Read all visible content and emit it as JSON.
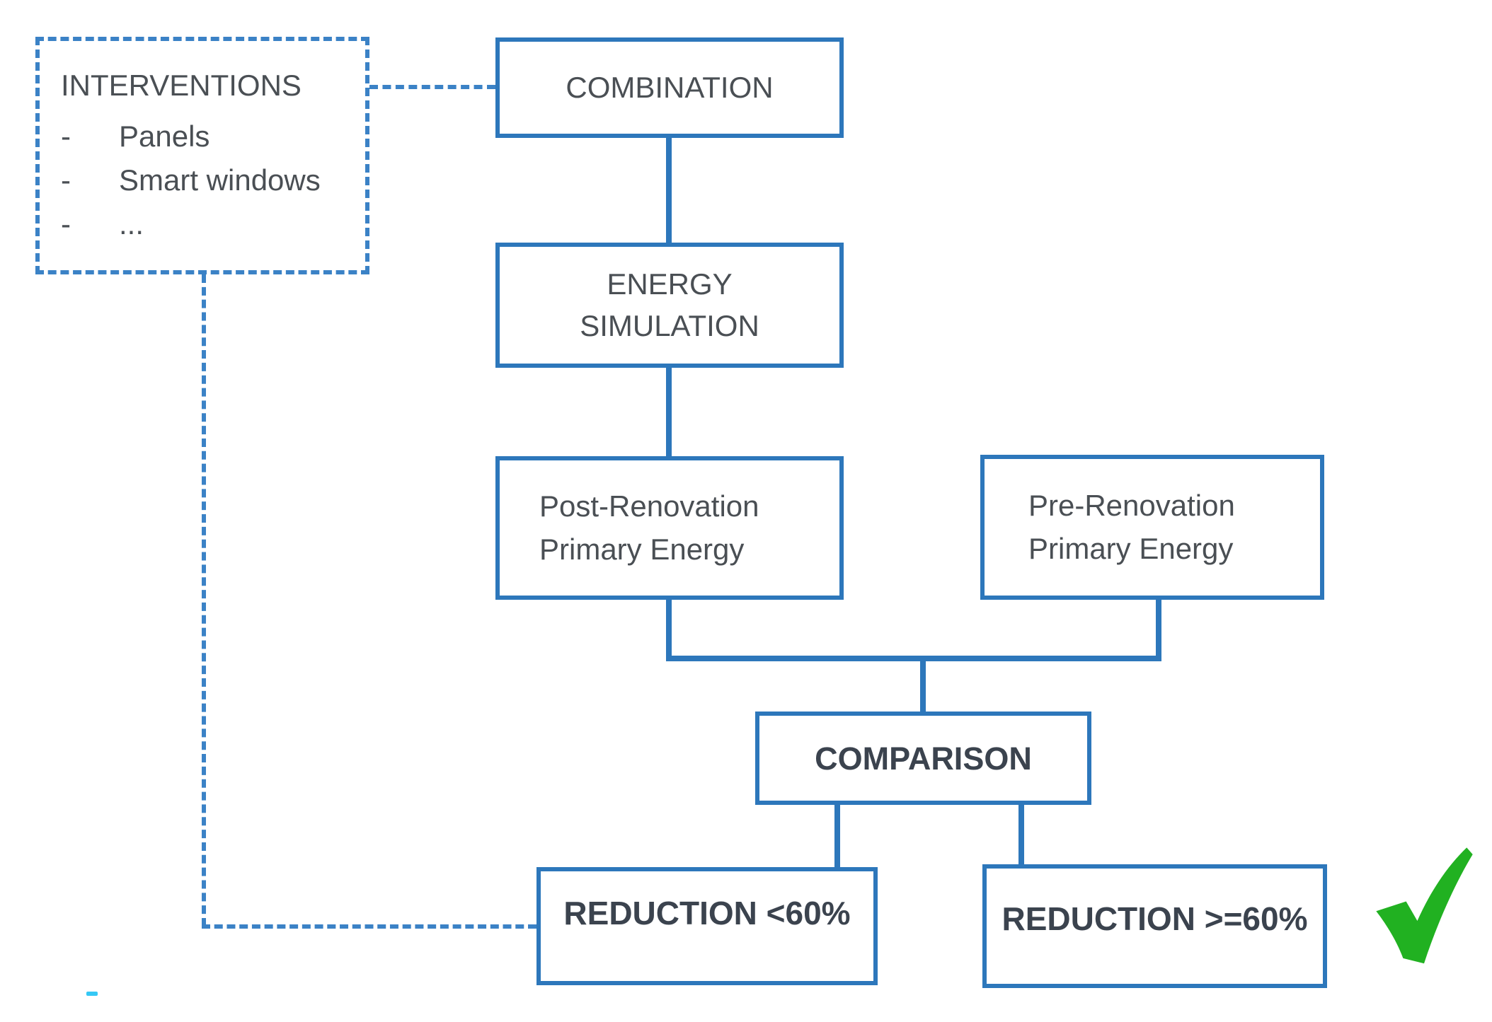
{
  "figure": {
    "interventions": {
      "title": "INTERVENTIONS",
      "bullet": "-",
      "items": [
        "Panels",
        "Smart windows",
        "..."
      ]
    },
    "nodes": {
      "combination": {
        "label": "COMBINATION"
      },
      "energy_simulation": {
        "lines": [
          "ENERGY",
          "SIMULATION"
        ]
      },
      "post_renovation": {
        "lines": [
          "Post-Renovation",
          "Primary Energy"
        ]
      },
      "pre_renovation": {
        "lines": [
          "Pre-Renovation",
          "Primary Energy"
        ]
      },
      "comparison": {
        "label": "COMPARISON"
      },
      "reduction_below": {
        "label": "REDUCTION <60%"
      },
      "reduction_above": {
        "label": "REDUCTION >=60%"
      }
    },
    "icons": {
      "success_check": "green check mark"
    },
    "colors": {
      "solid_line": "#2d77bb",
      "dashed_line": "#3b82c6",
      "text": "#4a4f54",
      "text_bold": "#3b434e",
      "check_green": "#21b121",
      "artifact_cyan": "#35c8f5"
    }
  }
}
